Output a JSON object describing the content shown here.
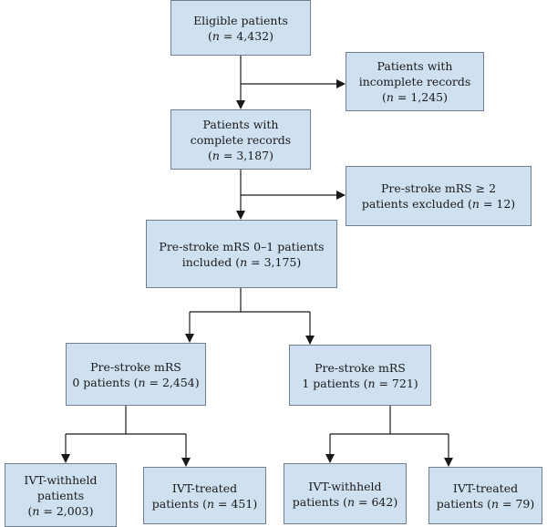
{
  "boxes": {
    "eligible": {
      "line1": "Eligible patients",
      "n_label": "n",
      "n_value": " = 4,432)"
    },
    "incomplete": {
      "line1": "Patients with",
      "line2": "incomplete records",
      "n_label": "n",
      "n_value": " = 1,245)"
    },
    "complete": {
      "line1": "Patients with",
      "line2": "complete records",
      "n_label": "n",
      "n_value": " = 3,187)"
    },
    "excluded": {
      "line1": "Pre-stroke mRS ≥ 2",
      "line2_prefix": "patients excluded (",
      "n_label": "n",
      "n_value": " = 12)"
    },
    "included": {
      "line1": "Pre-stroke mRS 0–1 patients",
      "line2_prefix": "included (",
      "n_label": "n",
      "n_value": " = 3,175)"
    },
    "mrs0": {
      "line1": "Pre-stroke mRS",
      "line2_prefix": "0 patients (",
      "n_label": "n",
      "n_value": " = 2,454)"
    },
    "mrs1": {
      "line1": "Pre-stroke mRS",
      "line2_prefix": "1 patients (",
      "n_label": "n",
      "n_value": " = 721)"
    },
    "mrs0_withheld": {
      "line1": "IVT-withheld",
      "line2": "patients",
      "n_label": "n",
      "n_value": " = 2,003)"
    },
    "mrs0_treated": {
      "line1": "IVT-treated",
      "line2_prefix": "patients (",
      "n_label": "n",
      "n_value": " = 451)"
    },
    "mrs1_withheld": {
      "line1": "IVT-withheld",
      "line2_prefix": "patients (",
      "n_label": "n",
      "n_value": " = 642)"
    },
    "mrs1_treated": {
      "line1": "IVT-treated",
      "line2_prefix": "patients (",
      "n_label": "n",
      "n_value": " = 79)"
    }
  },
  "colors": {
    "box_fill": "#cfe0f0",
    "box_border": "#6f7f8d",
    "connector": "#1a1a1a"
  }
}
